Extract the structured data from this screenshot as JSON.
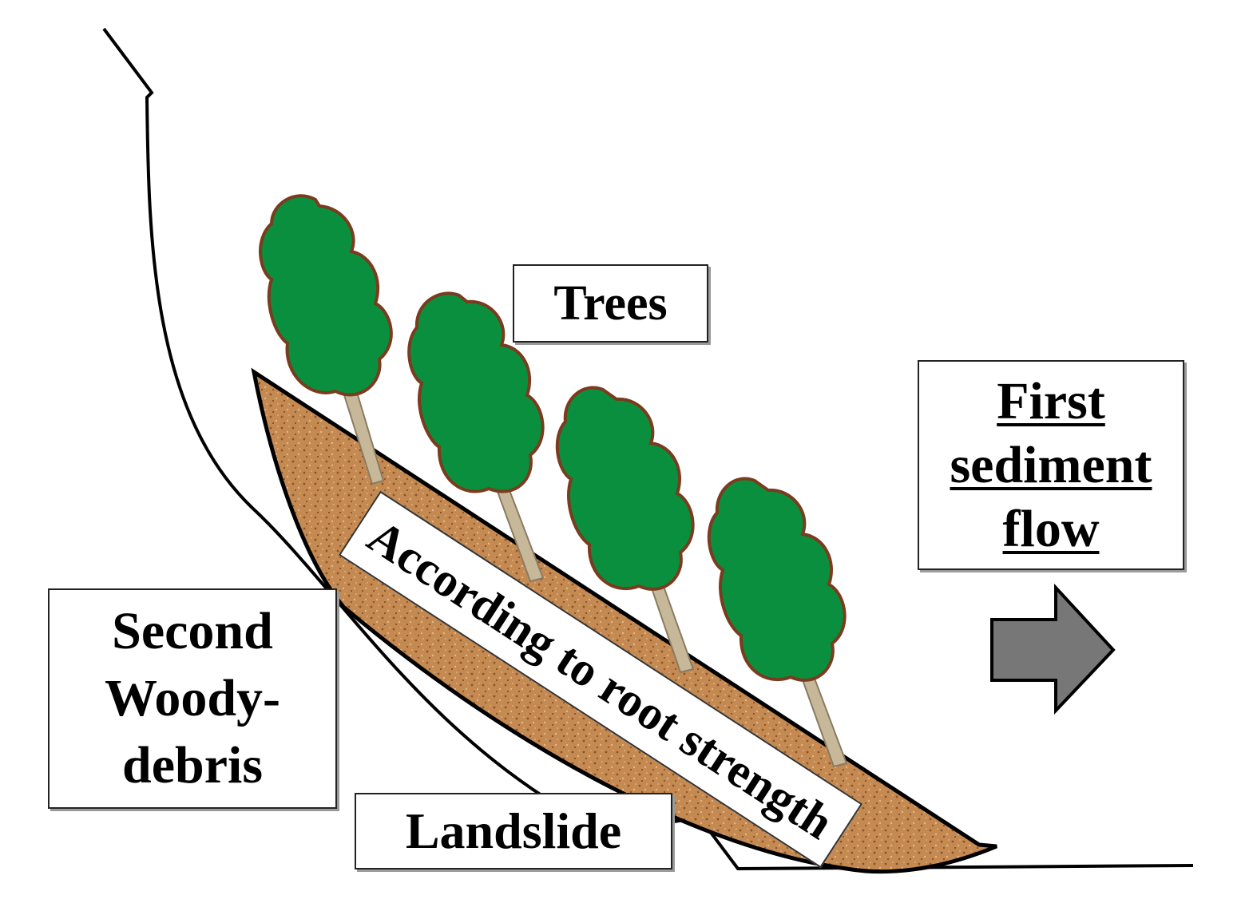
{
  "labels": {
    "trees": "Trees",
    "second_woody_debris": [
      "Second",
      "Woody-",
      "debris"
    ],
    "first_sediment_flow": [
      "First",
      "sediment",
      "flow"
    ],
    "landslide": "Landslide",
    "root_strength": "According to root strength"
  },
  "colors": {
    "foliage": "#0a8f3f",
    "foliage_outline": "#7a3b1e",
    "trunk": "#c8b89a",
    "soil": "#c48a52",
    "arrow": "#777777",
    "outline": "#000000"
  },
  "icons": {
    "flow_arrow": "right-arrow-icon",
    "tree": "tree-icon"
  }
}
